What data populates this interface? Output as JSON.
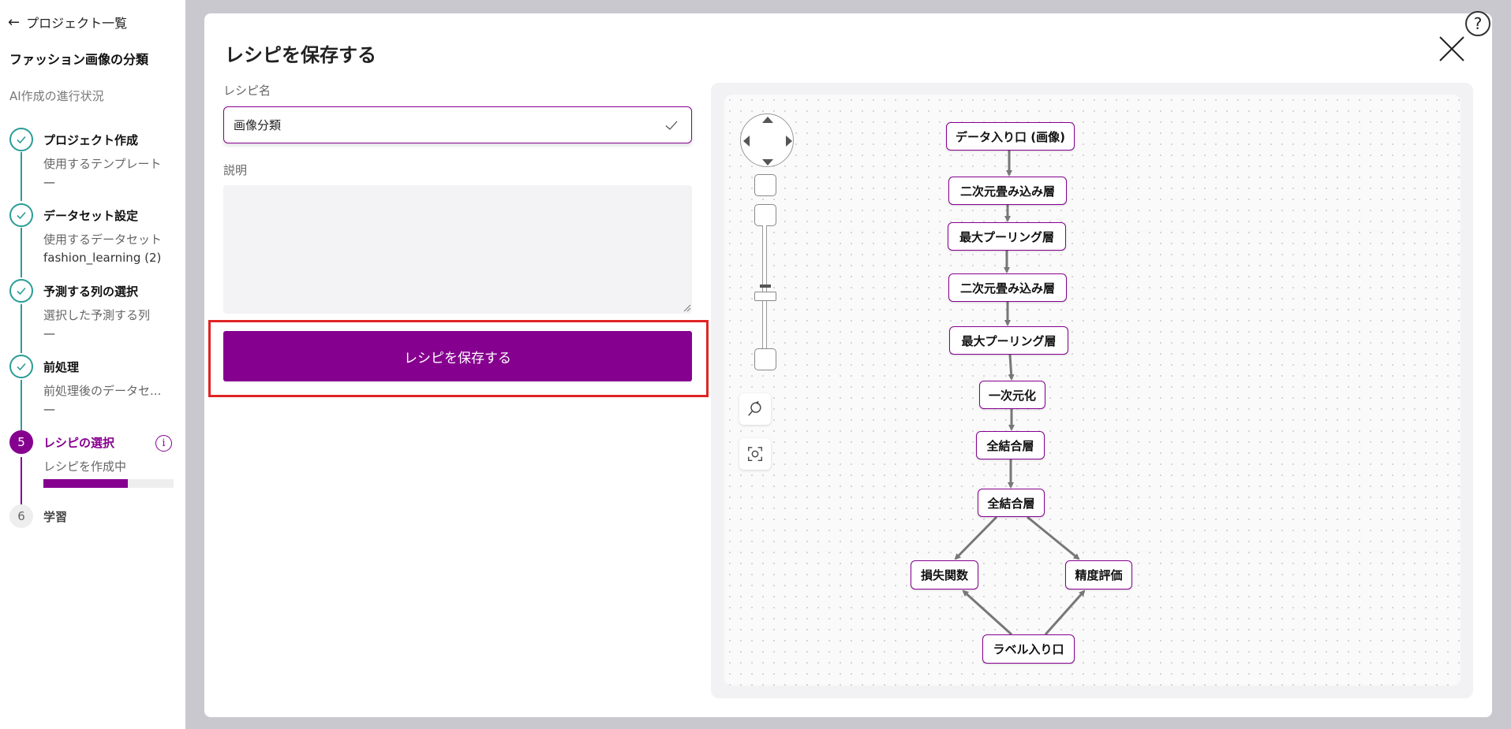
{
  "sidebar": {
    "back_label": "プロジェクト一覧",
    "project_name": "ファッション画像の分類",
    "progress_title": "AI作成の進行状況",
    "steps": [
      {
        "title": "プロジェクト作成",
        "sub1": "使用するテンプレート",
        "sub2": "—"
      },
      {
        "title": "データセット設定",
        "sub1": "使用するデータセット",
        "sub2": "fashion_learning (2)"
      },
      {
        "title": "予測する列の選択",
        "sub1": "選択した予測する列",
        "sub2": "—"
      },
      {
        "title": "前処理",
        "sub1": "前処理後のデータセ...",
        "sub2": "—"
      },
      {
        "number": "5",
        "title": "レシピの選択",
        "sub1": "レシピを作成中",
        "progress": 0.65
      },
      {
        "number": "6",
        "title": "学習"
      }
    ]
  },
  "modal": {
    "title": "レシピを保存する",
    "name_label": "レシピ名",
    "name_value": "画像分類",
    "description_label": "説明",
    "description_value": "",
    "save_button": "レシピを保存する"
  },
  "help_icon": "?",
  "diagram": {
    "nodes": [
      {
        "label": "データ入り口 (画像)"
      },
      {
        "label": "二次元畳み込み層"
      },
      {
        "label": "最大プーリング層"
      },
      {
        "label": "二次元畳み込み層"
      },
      {
        "label": "最大プーリング層"
      },
      {
        "label": "一次元化"
      },
      {
        "label": "全結合層"
      },
      {
        "label": "全結合層"
      },
      {
        "label": "損失関数"
      },
      {
        "label": "精度評価"
      },
      {
        "label": "ラベル入り口"
      }
    ]
  },
  "colors": {
    "accent": "#86008f",
    "teal": "#2a9d96",
    "highlight": "#e02424"
  }
}
